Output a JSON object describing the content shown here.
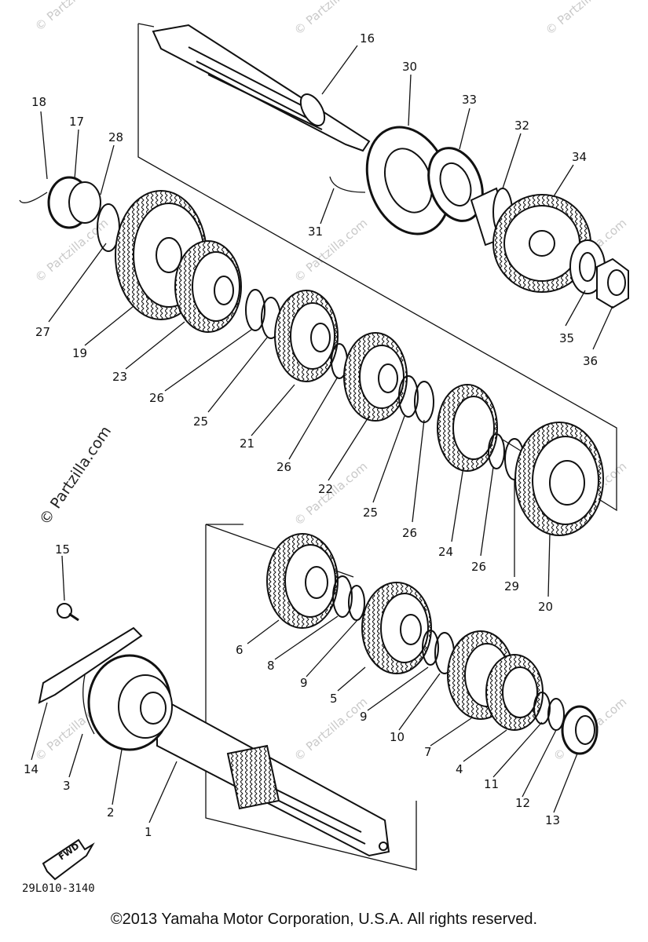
{
  "watermark": {
    "main": "© Partzilla.com",
    "tile": "© Partzilla.com"
  },
  "diagram_code": "29L010-3140",
  "fwd_label": "FWD",
  "copyright": "©2013  Yamaha Motor Corporation, U.S.A. All rights reserved.",
  "callouts": [
    "1",
    "2",
    "3",
    "4",
    "5",
    "6",
    "7",
    "8",
    "9",
    "9",
    "10",
    "11",
    "12",
    "13",
    "14",
    "15",
    "16",
    "17",
    "18",
    "19",
    "20",
    "21",
    "22",
    "23",
    "24",
    "25",
    "25",
    "26",
    "26",
    "26",
    "26",
    "27",
    "28",
    "29",
    "30",
    "31",
    "32",
    "33",
    "34",
    "35",
    "36"
  ],
  "colors": {
    "ink": "#111111",
    "watermark": "#c9c9c9",
    "paper": "#ffffff"
  }
}
